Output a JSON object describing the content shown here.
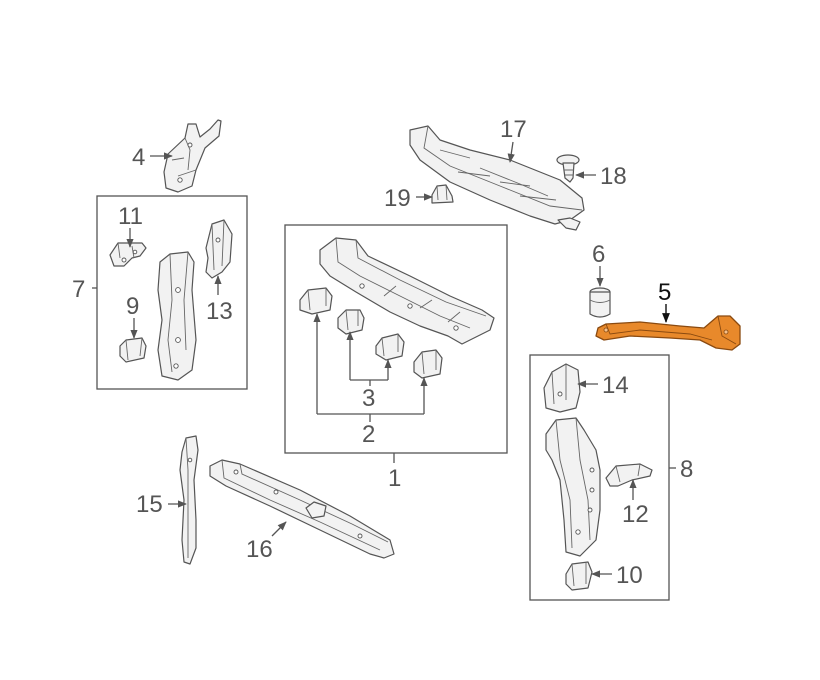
{
  "colors": {
    "background": "#ffffff",
    "line": "#555555",
    "highlight_fill": "#e8892b",
    "highlight_stroke": "#8a4a10",
    "highlight_label": "#111111"
  },
  "highlighted_part": "5",
  "callouts": {
    "p1": "1",
    "p2": "2",
    "p3": "3",
    "p4": "4",
    "p5": "5",
    "p6": "6",
    "p7": "7",
    "p8": "8",
    "p9": "9",
    "p10": "10",
    "p11": "11",
    "p12": "12",
    "p13": "13",
    "p14": "14",
    "p15": "15",
    "p16": "16",
    "p17": "17",
    "p18": "18",
    "p19": "19"
  }
}
